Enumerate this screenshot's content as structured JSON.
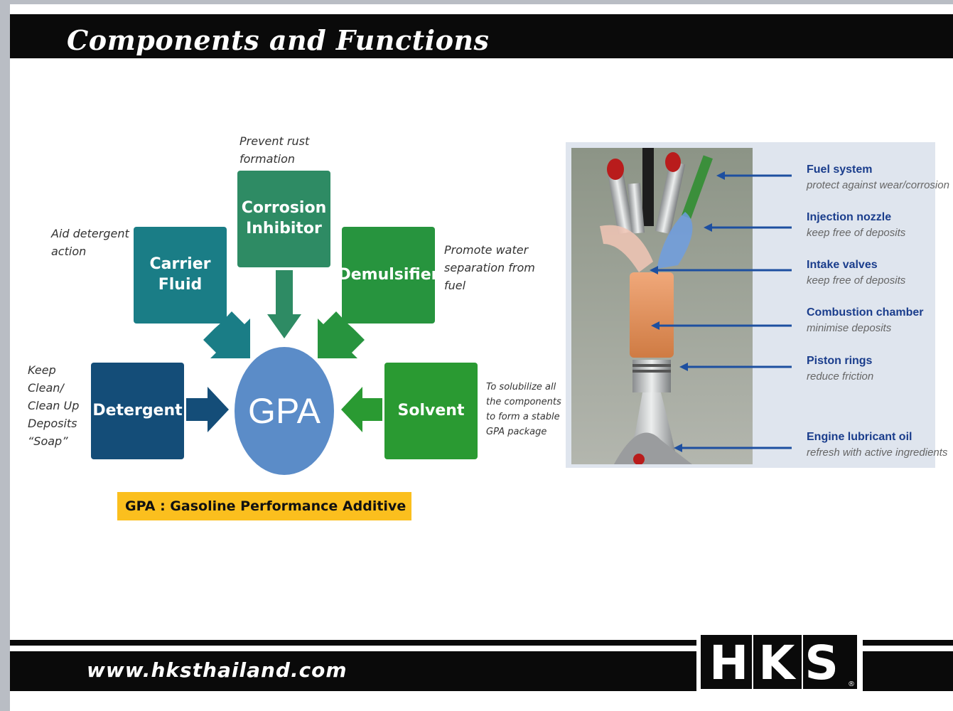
{
  "slide": {
    "title": "Components and Functions",
    "footer_url": "www.hksthailand.com",
    "logo_text": "HKS",
    "logo_mark": "®"
  },
  "diagram": {
    "center": "GPA",
    "components": [
      {
        "id": "corrosion",
        "label": "Corrosion\nInhibitor",
        "note": "Prevent rust\nformation",
        "color": "#2e8b64"
      },
      {
        "id": "carrier",
        "label": "Carrier\nFluid",
        "note": "Aid detergent\naction",
        "color": "#1a7d86"
      },
      {
        "id": "demulsifier",
        "label": "Demulsifier",
        "note": "Promote water\nseparation from\nfuel",
        "color": "#27943e"
      },
      {
        "id": "detergent",
        "label": "Detergent",
        "note": "Keep\nClean/\nClean Up\nDeposits\n“Soap”",
        "color": "#144d78"
      },
      {
        "id": "solvent",
        "label": "Solvent",
        "note": "To solubilize all\nthe components\nto form a stable\nGPA package",
        "color": "#2a9a32"
      }
    ],
    "legend": "GPA : Gasoline Performance Additive"
  },
  "engine_labels": [
    {
      "name": "Fuel system",
      "desc": "protect against wear/corrosion"
    },
    {
      "name": "Injection nozzle",
      "desc": "keep free of deposits"
    },
    {
      "name": "Intake valves",
      "desc": "keep free of deposits"
    },
    {
      "name": "Combustion chamber",
      "desc": "minimise deposits"
    },
    {
      "name": "Piston rings",
      "desc": "reduce friction"
    },
    {
      "name": "Engine lubricant oil",
      "desc": "refresh with active ingredients"
    }
  ],
  "colors": {
    "title_bar": "#0a0a0a",
    "gpa_circle": "#5b8cc8",
    "legend_bg": "#fbbf1e",
    "label_blue": "#1a3d8c",
    "pointer_blue": "#1d4fa0"
  }
}
